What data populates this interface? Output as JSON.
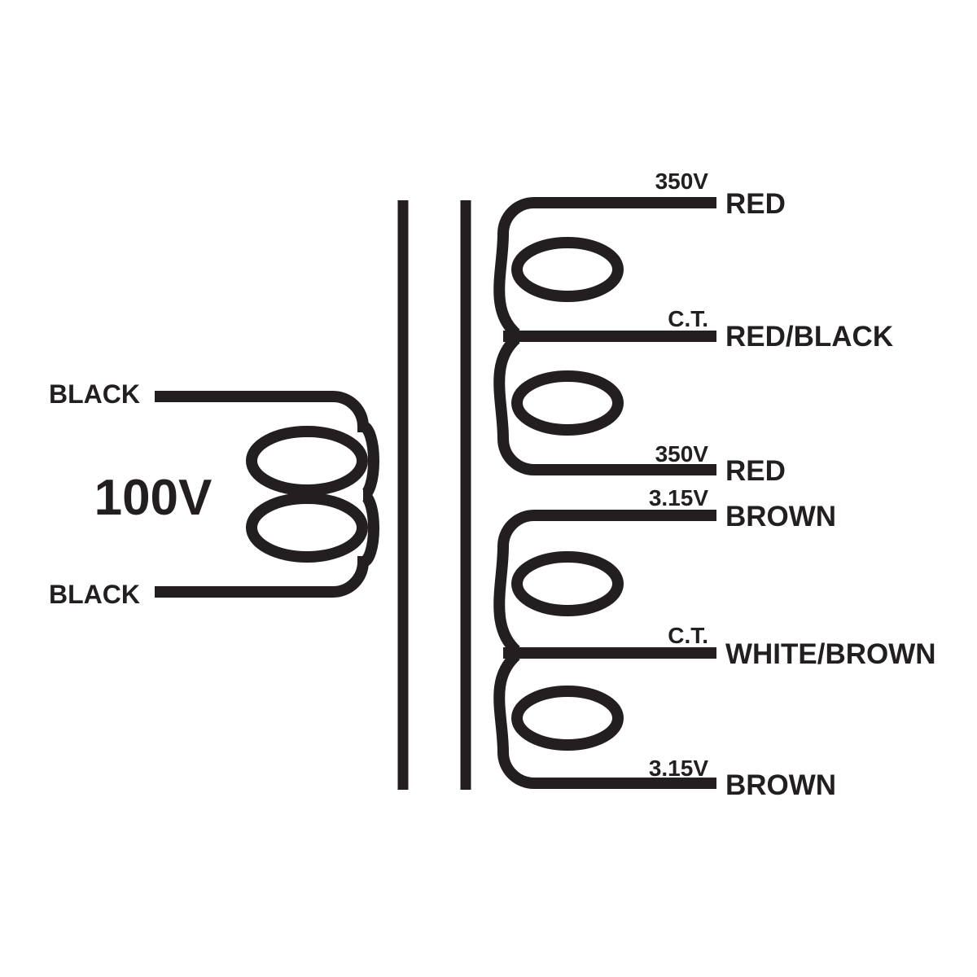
{
  "title": "transformer-wiring-diagram",
  "colors": {
    "background": "#ffffff",
    "ink": "#231f20"
  },
  "primary": {
    "voltage_label": "100V",
    "top_lead": "BLACK",
    "bottom_lead": "BLACK"
  },
  "secondary_hv": {
    "top_tap_value": "350V",
    "top_lead": "RED",
    "center_tap_value": "C.T.",
    "center_lead": "RED/BLACK",
    "bottom_tap_value": "350V",
    "bottom_lead": "RED"
  },
  "secondary_lv": {
    "top_tap_value": "3.15V",
    "top_lead": "BROWN",
    "center_tap_value": "C.T.",
    "center_lead": "WHITE/BROWN",
    "bottom_tap_value": "3.15V",
    "bottom_lead": "BROWN"
  }
}
